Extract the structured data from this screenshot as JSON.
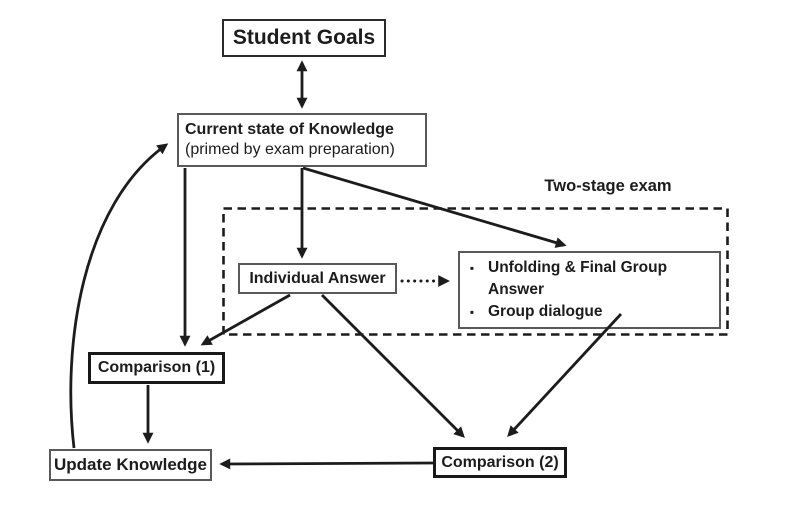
{
  "figure": {
    "region_label": "Two-stage exam",
    "nodes": {
      "student_goals": {
        "label": "Student Goals"
      },
      "current_state": {
        "title": "Current state of Knowledge",
        "subtitle": "(primed by exam preparation)"
      },
      "individual_answer": {
        "label": "Individual Answer"
      },
      "group_answer": {
        "items": [
          "Unfolding & Final Group Answer",
          "Group dialogue"
        ]
      },
      "comparison_1": {
        "label": "Comparison (1)"
      },
      "comparison_2": {
        "label": "Comparison (2)"
      },
      "update_knowledge": {
        "label": "Update Knowledge"
      }
    },
    "icons": {
      "bullet": "▪"
    },
    "colors": {
      "ink": "#1c1c1c",
      "border_light": "#595959",
      "border_strong": "#191919",
      "background": "#ffffff"
    }
  }
}
